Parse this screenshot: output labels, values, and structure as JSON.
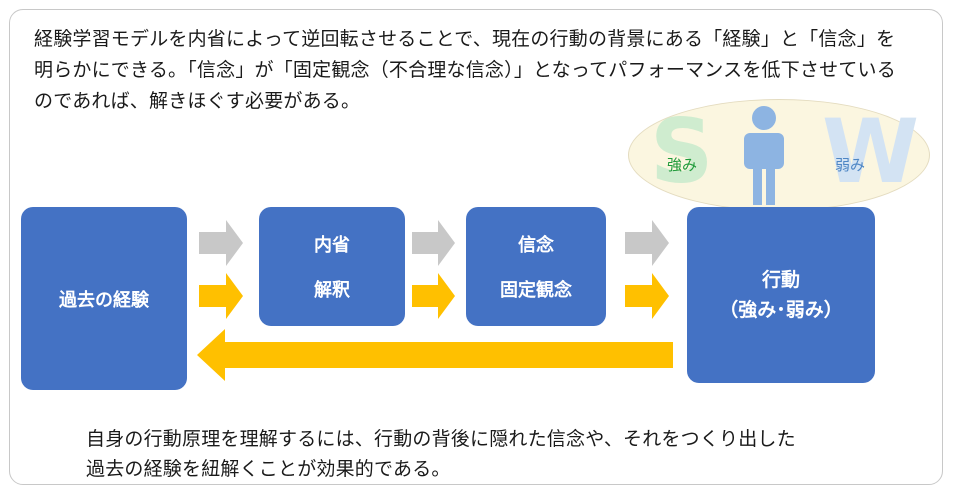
{
  "intro_text": {
    "line1": "経験学習モデルを内省によって逆回転させることで、現在の行動の背景にある「経験」と「信念」を",
    "line2": "明らかにできる。「信念」が「固定観念（不合理な信念）」となってパフォーマンスを低下させている",
    "line3": "のであれば、解きほぐす必要がある。"
  },
  "boxes": {
    "past_experience": "過去の経験",
    "introspection": "内省",
    "interpretation": "解釈",
    "belief": "信念",
    "fixed_idea": "固定観念",
    "action": "行動",
    "action_sub": "（強み･弱み）"
  },
  "sw": {
    "big_s": "S",
    "big_w": "W",
    "strength": "強み",
    "weakness": "弱み"
  },
  "conclusion": {
    "line1": "自身の行動原理を理解するには、行動の背後に隠れた信念や、それをつくり出した",
    "line2": "過去の経験を紐解くことが効果的である。"
  },
  "colors": {
    "box_blue": "#4472c4",
    "arrow_gray": "#c8c8c8",
    "arrow_gold": "#ffc000",
    "strength_green": "#1f9a3a",
    "weakness_blue": "#4e86c4",
    "person_blue": "#8db4e2"
  }
}
